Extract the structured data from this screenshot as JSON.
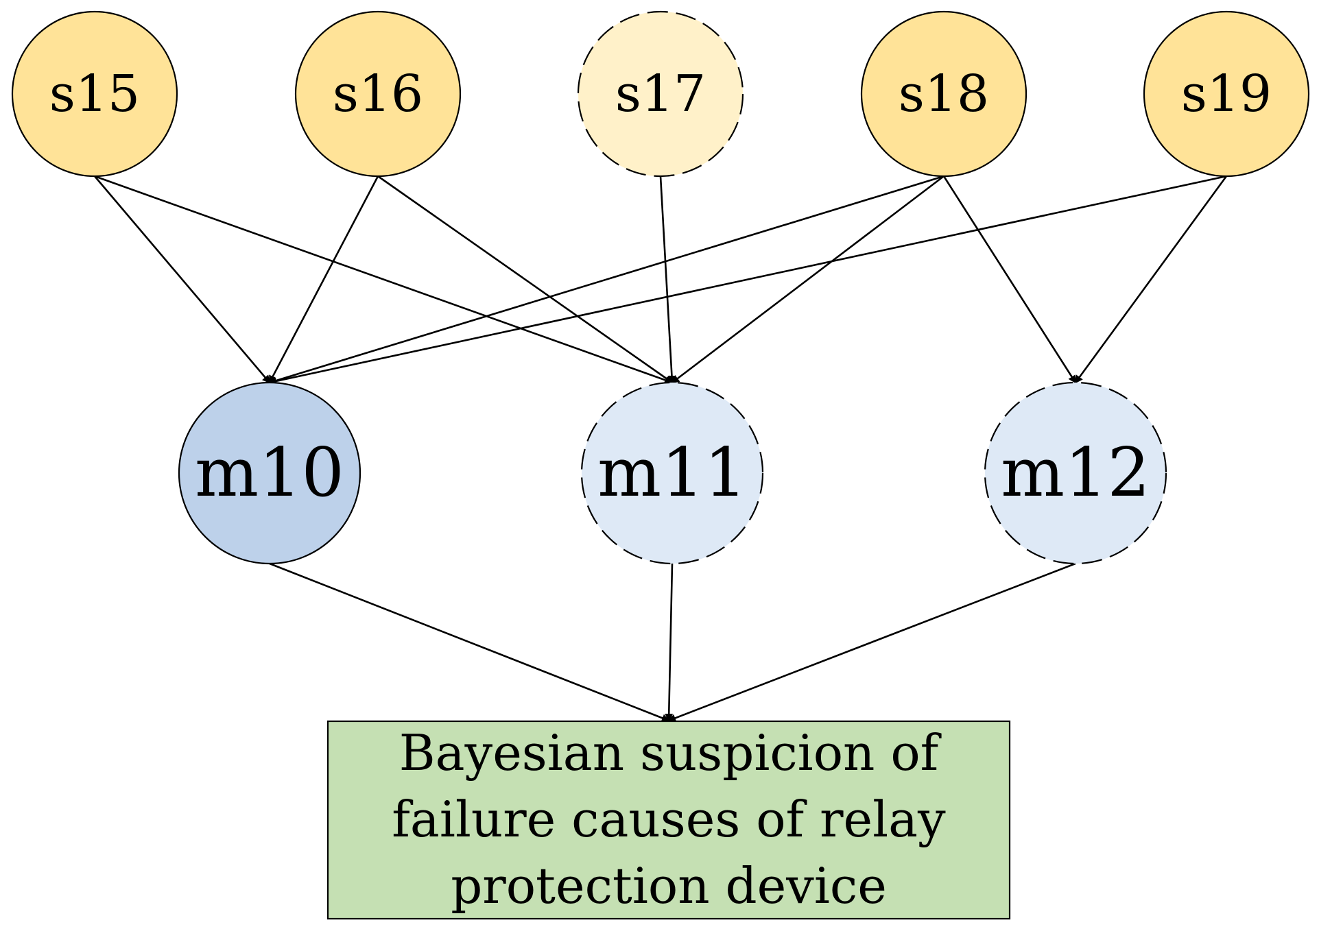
{
  "diagram": {
    "colors": {
      "source_fill": "#FFE398",
      "source_fill_light": "#FFF1C9",
      "mid_fill": "#BDD1EA",
      "mid_fill_light": "#DEE9F6",
      "target_fill": "#C5E0B3",
      "stroke": "#000000"
    },
    "nodes": [
      {
        "id": "s15",
        "label": "s15",
        "kind": "source",
        "dashed": false
      },
      {
        "id": "s16",
        "label": "s16",
        "kind": "source",
        "dashed": false
      },
      {
        "id": "s17",
        "label": "s17",
        "kind": "source",
        "dashed": true
      },
      {
        "id": "s18",
        "label": "s18",
        "kind": "source",
        "dashed": false
      },
      {
        "id": "s19",
        "label": "s19",
        "kind": "source",
        "dashed": false
      },
      {
        "id": "m10",
        "label": "m10",
        "kind": "mid",
        "dashed": false
      },
      {
        "id": "m11",
        "label": "m11",
        "kind": "mid",
        "dashed": true
      },
      {
        "id": "m12",
        "label": "m12",
        "kind": "mid",
        "dashed": true
      }
    ],
    "target": {
      "id": "target",
      "lines": [
        "Bayesian suspicion of",
        "failure causes of relay",
        "protection device"
      ]
    },
    "edges": [
      {
        "from": "s15",
        "to": "m10"
      },
      {
        "from": "s15",
        "to": "m11"
      },
      {
        "from": "s16",
        "to": "m10"
      },
      {
        "from": "s16",
        "to": "m11"
      },
      {
        "from": "s17",
        "to": "m11"
      },
      {
        "from": "s18",
        "to": "m10"
      },
      {
        "from": "s18",
        "to": "m11"
      },
      {
        "from": "s18",
        "to": "m12"
      },
      {
        "from": "s19",
        "to": "m10"
      },
      {
        "from": "s19",
        "to": "m12"
      },
      {
        "from": "m10",
        "to": "target"
      },
      {
        "from": "m11",
        "to": "target"
      },
      {
        "from": "m12",
        "to": "target"
      }
    ]
  }
}
